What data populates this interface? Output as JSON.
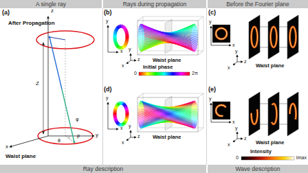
{
  "diagram": {
    "nodes": [
      {
        "text": [
          "A single ray"
        ]
      },
      {
        "text": [
          "Rays during propagation"
        ]
      },
      {
        "text": [
          "Before the Fourier plane"
        ]
      },
      {
        "text": [
          "Ray description"
        ]
      },
      {
        "text": [
          "Wave description"
        ]
      }
    ],
    "labels": [
      "(a)",
      "z",
      "After Propagation",
      "Z",
      "φ",
      "ρ",
      "θ",
      "x",
      "y",
      "Waist plane",
      "(b)",
      "y",
      "x",
      "y",
      "x",
      "z",
      "Waist plane",
      "Initial phase",
      "0",
      "2π",
      "(d)",
      "y",
      "x",
      "y",
      "x",
      "z",
      "Waist plane",
      "(c)",
      "y",
      "x",
      "y",
      "x",
      "z",
      "Waist plane",
      "(e)",
      "y",
      "x",
      "y",
      "x",
      "z",
      "Waist plane",
      "Intensity",
      "0",
      "Imax"
    ]
  }
}
